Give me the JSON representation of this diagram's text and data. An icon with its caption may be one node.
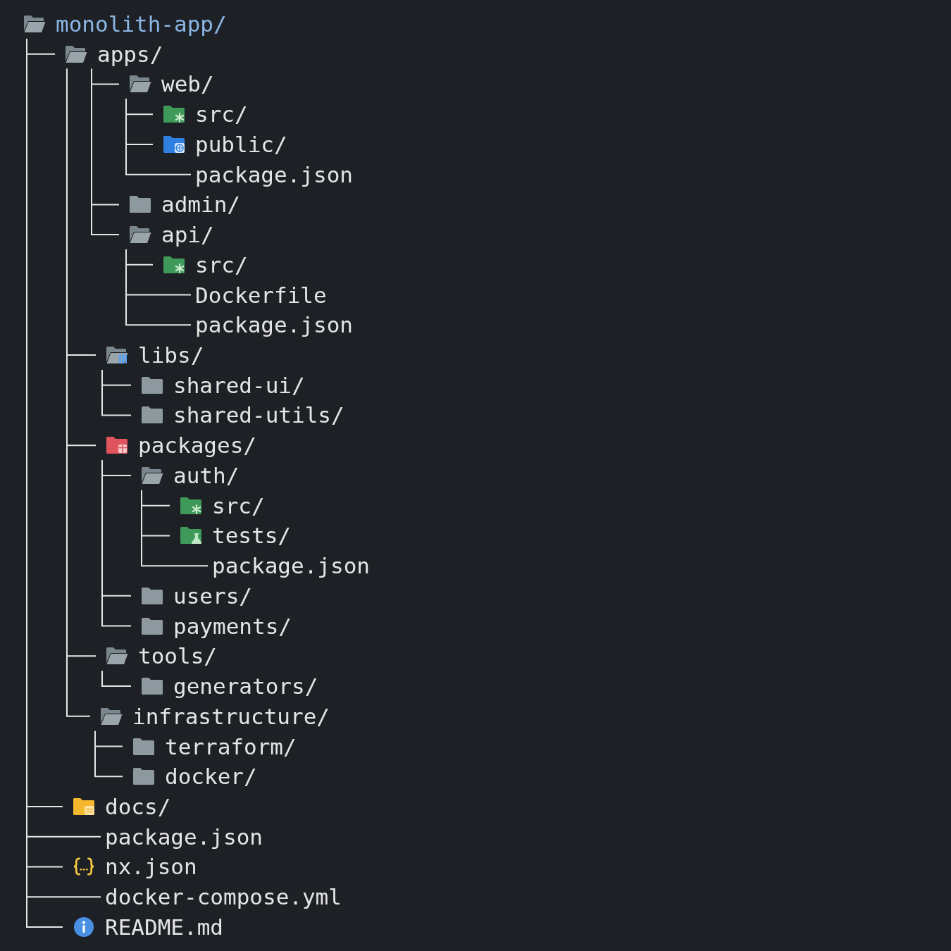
{
  "diagram": {
    "nodes": [
      {
        "text": [
          "monolith-app/"
        ]
      },
      {
        "text": [
          "apps/"
        ]
      },
      {
        "text": [
          "web/"
        ]
      },
      {
        "text": [
          "src/"
        ]
      },
      {
        "text": [
          "public/"
        ]
      },
      {
        "text": [
          "package.json"
        ]
      },
      {
        "text": [
          "admin/"
        ]
      },
      {
        "text": [
          "api/"
        ]
      },
      {
        "text": [
          "src/"
        ]
      },
      {
        "text": [
          "Dockerfile"
        ]
      },
      {
        "text": [
          "package.json"
        ]
      },
      {
        "text": [
          "libs/"
        ]
      },
      {
        "text": [
          "shared-ui/"
        ]
      },
      {
        "text": [
          "shared-utils/"
        ]
      },
      {
        "text": [
          "packages/"
        ]
      },
      {
        "text": [
          "auth/"
        ]
      },
      {
        "text": [
          "src/"
        ]
      },
      {
        "text": [
          "tests/"
        ]
      },
      {
        "text": [
          "package.json"
        ]
      },
      {
        "text": [
          "users/"
        ]
      },
      {
        "text": [
          "payments/"
        ]
      },
      {
        "text": [
          "tools/"
        ]
      },
      {
        "text": [
          "generators/"
        ]
      },
      {
        "text": [
          "infrastructure/"
        ]
      },
      {
        "text": [
          "terraform/"
        ]
      },
      {
        "text": [
          "docker/"
        ]
      },
      {
        "text": [
          "docs/"
        ]
      },
      {
        "text": [
          "package.json"
        ]
      },
      {
        "text": [
          "nx.json"
        ]
      },
      {
        "text": [
          "docker-compose.yml"
        ]
      },
      {
        "text": [
          "README.md"
        ]
      }
    ],
    "edges": [
      {
        "from": 0,
        "to": 1,
        "arrow": "none"
      },
      {
        "from": 1,
        "to": 2,
        "arrow": "none"
      },
      {
        "from": 2,
        "to": 3,
        "arrow": "none"
      },
      {
        "from": 2,
        "to": 4,
        "arrow": "none"
      },
      {
        "from": 2,
        "to": 5,
        "arrow": "none"
      },
      {
        "from": 1,
        "to": 6,
        "arrow": "none"
      },
      {
        "from": 1,
        "to": 7,
        "arrow": "none"
      },
      {
        "from": 7,
        "to": 8,
        "arrow": "none"
      },
      {
        "from": 7,
        "to": 9,
        "arrow": "none"
      },
      {
        "from": 7,
        "to": 10,
        "arrow": "none"
      },
      {
        "from": 1,
        "to": 11,
        "arrow": "none"
      },
      {
        "from": 11,
        "to": 12,
        "arrow": "none"
      },
      {
        "from": 11,
        "to": 13,
        "arrow": "none"
      },
      {
        "from": 1,
        "to": 14,
        "arrow": "none"
      },
      {
        "from": 14,
        "to": 15,
        "arrow": "none"
      },
      {
        "from": 15,
        "to": 16,
        "arrow": "none"
      },
      {
        "from": 15,
        "to": 17,
        "arrow": "none"
      },
      {
        "from": 15,
        "to": 18,
        "arrow": "none"
      },
      {
        "from": 14,
        "to": 19,
        "arrow": "none"
      },
      {
        "from": 14,
        "to": 20,
        "arrow": "none"
      },
      {
        "from": 1,
        "to": 21,
        "arrow": "none"
      },
      {
        "from": 21,
        "to": 22,
        "arrow": "none"
      },
      {
        "from": 1,
        "to": 23,
        "arrow": "none"
      },
      {
        "from": 23,
        "to": 24,
        "arrow": "none"
      },
      {
        "from": 23,
        "to": 25,
        "arrow": "none"
      },
      {
        "from": 0,
        "to": 26,
        "arrow": "none"
      },
      {
        "from": 0,
        "to": 27,
        "arrow": "none"
      },
      {
        "from": 0,
        "to": 28,
        "arrow": "none"
      },
      {
        "from": 0,
        "to": 29,
        "arrow": "none"
      },
      {
        "from": 0,
        "to": 30,
        "arrow": "none"
      }
    ]
  }
}
